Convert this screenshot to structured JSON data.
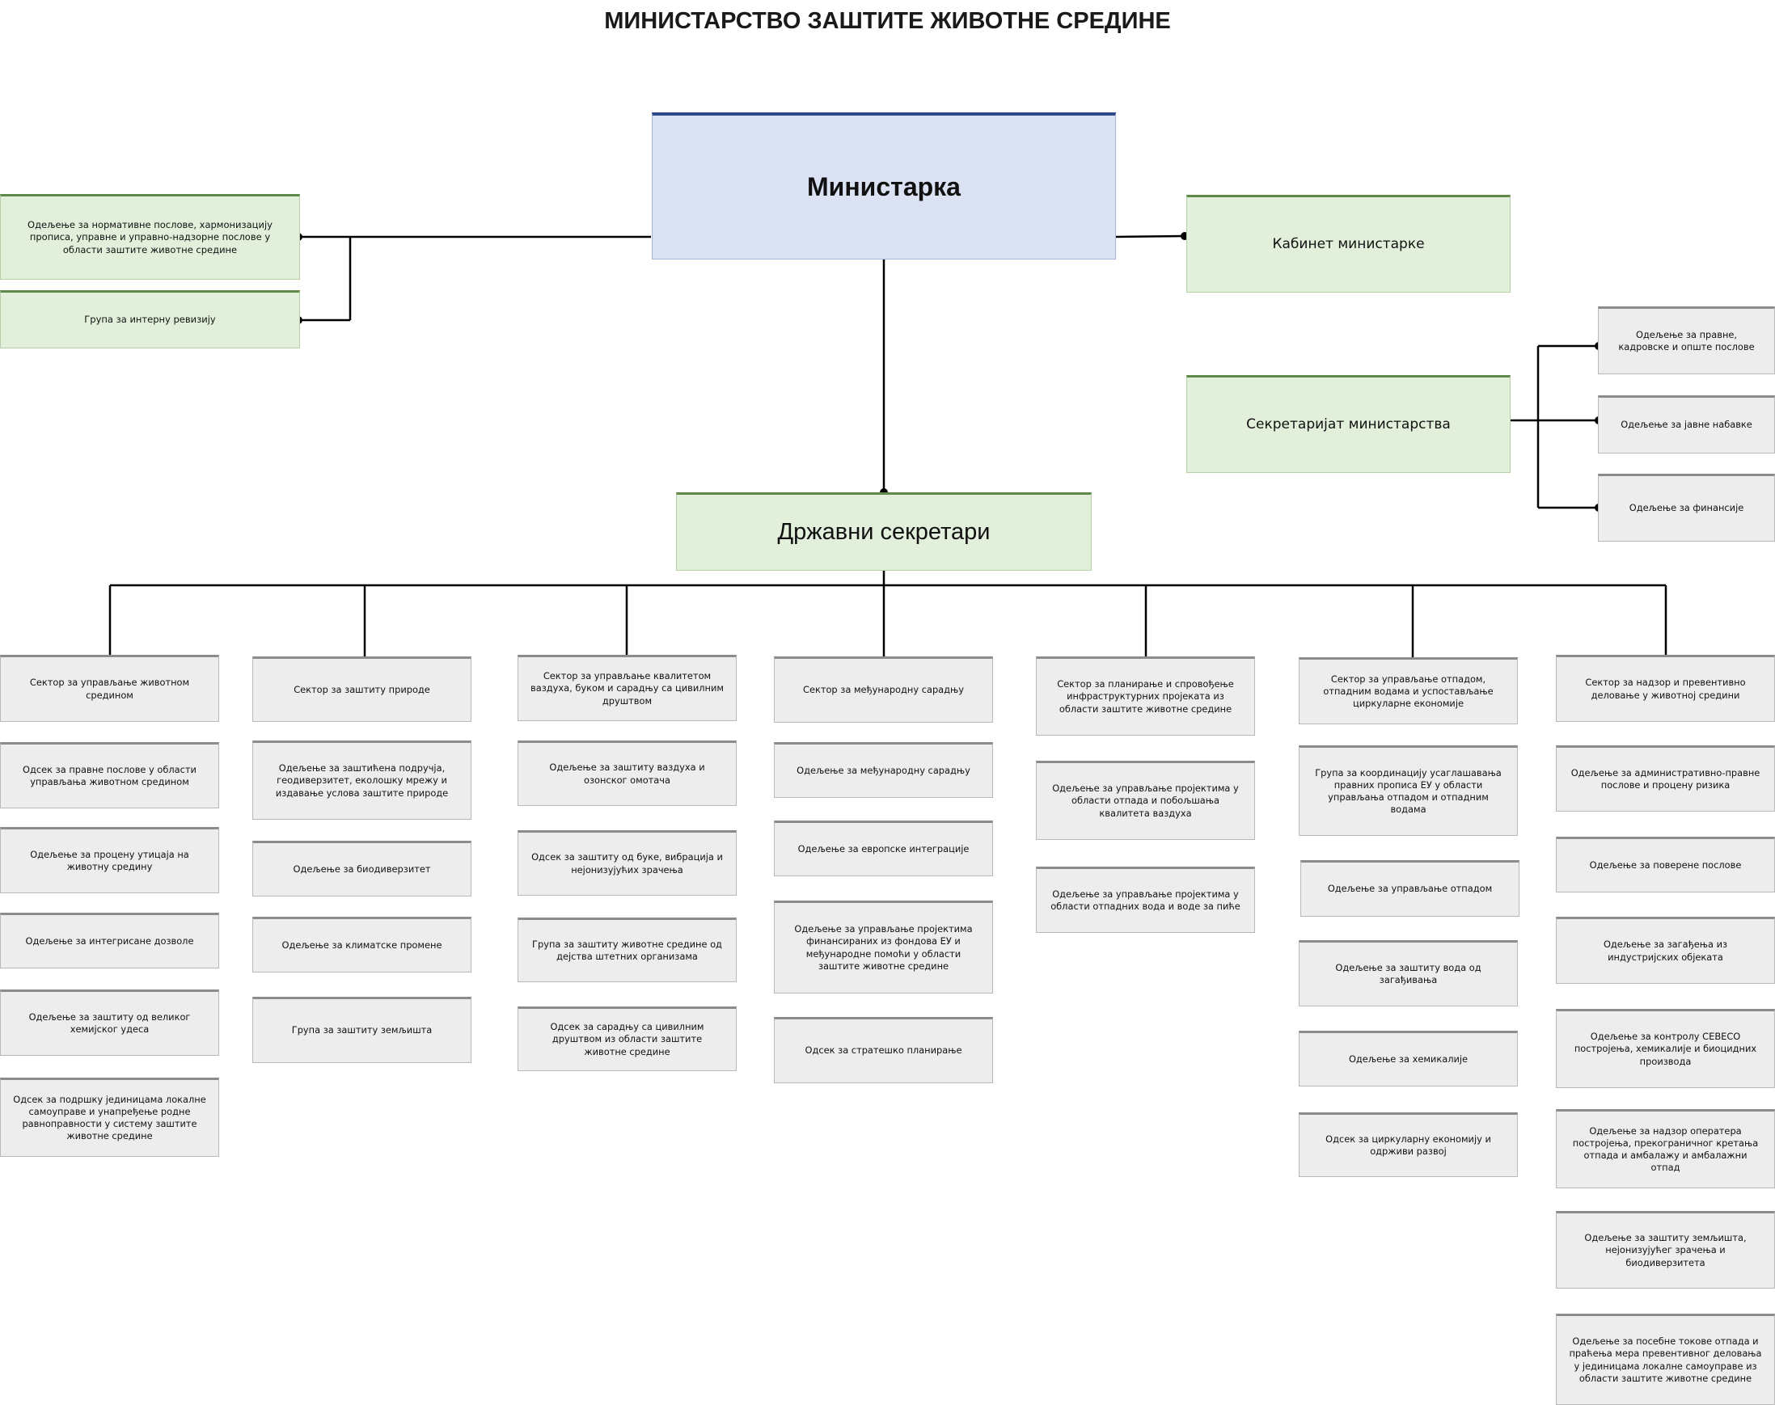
{
  "title": "МИНИСТАРСТВО ЗАШТИТЕ ЖИВОТНЕ СРЕДИНЕ",
  "minister": "Министарка",
  "left_units": [
    "Одељење за нормативне послове, хармонизацију прописа, управне и управно-надзорне послове у области заштите животне средине",
    "Група за интерну ревизију"
  ],
  "cabinet": "Кабинет министарке",
  "secretariat": {
    "label": "Секретаријат министарства",
    "units": [
      "Одељење за правне, кадровске и опште послове",
      "Одељење за јавне набавке",
      "Одељење за финансије"
    ]
  },
  "state_secretaries": "Државни секретари",
  "sectors": [
    {
      "name": "Сектор за управљање животном средином",
      "units": [
        "Одсек за правне послове у области управљања животном средином",
        "Одељење за процену утицаја на животну средину",
        "Одељење за интегрисане дозволе",
        "Одељење за заштиту од великог хемијског удеса",
        "Одсек за подршку јединицама локалне самоуправе и унапређење родне равноправности у систему заштите животне  средине"
      ]
    },
    {
      "name": "Сектор за заштиту природе",
      "units": [
        "Одељење за заштићена подручја, геодиверзитет, еколошку мрежу и издавање услова заштите природе",
        "Одељење за биодиверзитет",
        "Одељење за климатске промене",
        "Група за заштиту земљишта"
      ]
    },
    {
      "name": "Сектор за управљање квалитетом ваздуха, буком и сарадњу са цивилним друштвом",
      "units": [
        "Одељење за заштиту ваздуха и озонског омотача",
        "Одсек за заштиту од буке, вибрација и нејонизујућих зрачења",
        "Група за заштиту животне средине од дејства штетних организама",
        "Одсек  за сарадњу са цивилним друштвом из области заштите животне средине"
      ]
    },
    {
      "name": "Сектор за међународну сарадњу",
      "units": [
        "Одељење за међународну сарадњу",
        "Одељење за европске интеграције",
        "Одељење за управљање пројектима финансираних из фондова ЕУ и међународне помоћи у области заштите животне средине",
        "Одсек за стратешко планирање"
      ]
    },
    {
      "name": "Сектор за планирање и спровођење инфраструктурних пројеката из области заштите животне средине",
      "units": [
        "Одељење за управљање пројектима у области отпада и побољшања квалитета ваздуха",
        "Одељење за управљање пројектима у области отпадних вода и воде за пиће"
      ]
    },
    {
      "name": "Сектор за управљање отпадом, отпадним водама и успостављање циркуларне економије",
      "units": [
        "Група за координацију усаглашавања правних прописа ЕУ у области управљања отпадом и отпадним водама",
        "Одељење за управљање отпадом",
        "Одељење за заштиту вода од загађивања",
        "Одељење за хемикалије",
        "Одсек за циркуларну економију и одрживи развој"
      ]
    },
    {
      "name": "Сектор за надзор и превентивно деловање у животној средини",
      "units": [
        "Одељење за административно-правне послове и процену ризика",
        "Одељење за поверене послове",
        "Одељење за загађења из индустријских објеката",
        "Одељење за контролу СЕВЕСО постројења, хемикалије и биоцидних производа",
        "Одељење за надзор оператера постројења, прекограничног кретања отпада и амбалажу и амбалажни отпад",
        "Одељење за заштиту земљишта, нејонизујућег зрачења и биодиверзитета",
        "Одељење за посебне токове отпада и праћења мера превентивног деловања у јединицама локалне самоуправе из области заштите животне средине"
      ]
    }
  ]
}
